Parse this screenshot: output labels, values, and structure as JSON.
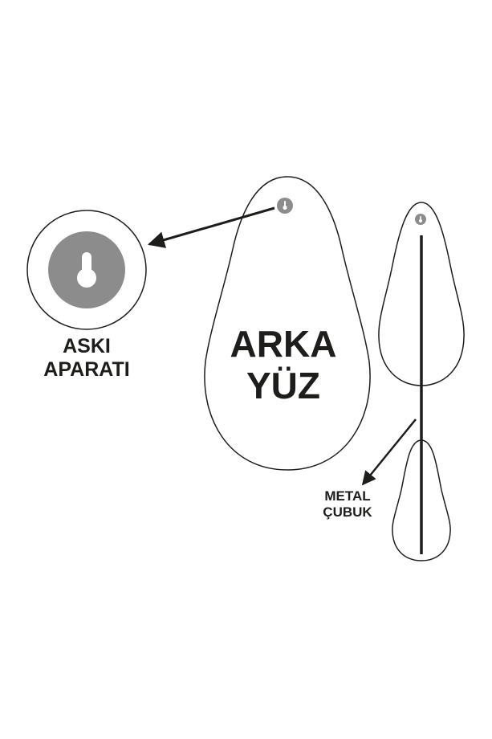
{
  "labels": {
    "hanger_line1": "ASKI",
    "hanger_line2": "APARATI",
    "back_line1": "ARKA",
    "back_line2": "YÜZ",
    "rod_line1": "METAL",
    "rod_line2": "ÇUBUK"
  },
  "colors": {
    "outline": "#1d1d1b",
    "hanger_fill": "#8c8c8c",
    "keyhole": "#ffffff",
    "background": "#ffffff"
  }
}
